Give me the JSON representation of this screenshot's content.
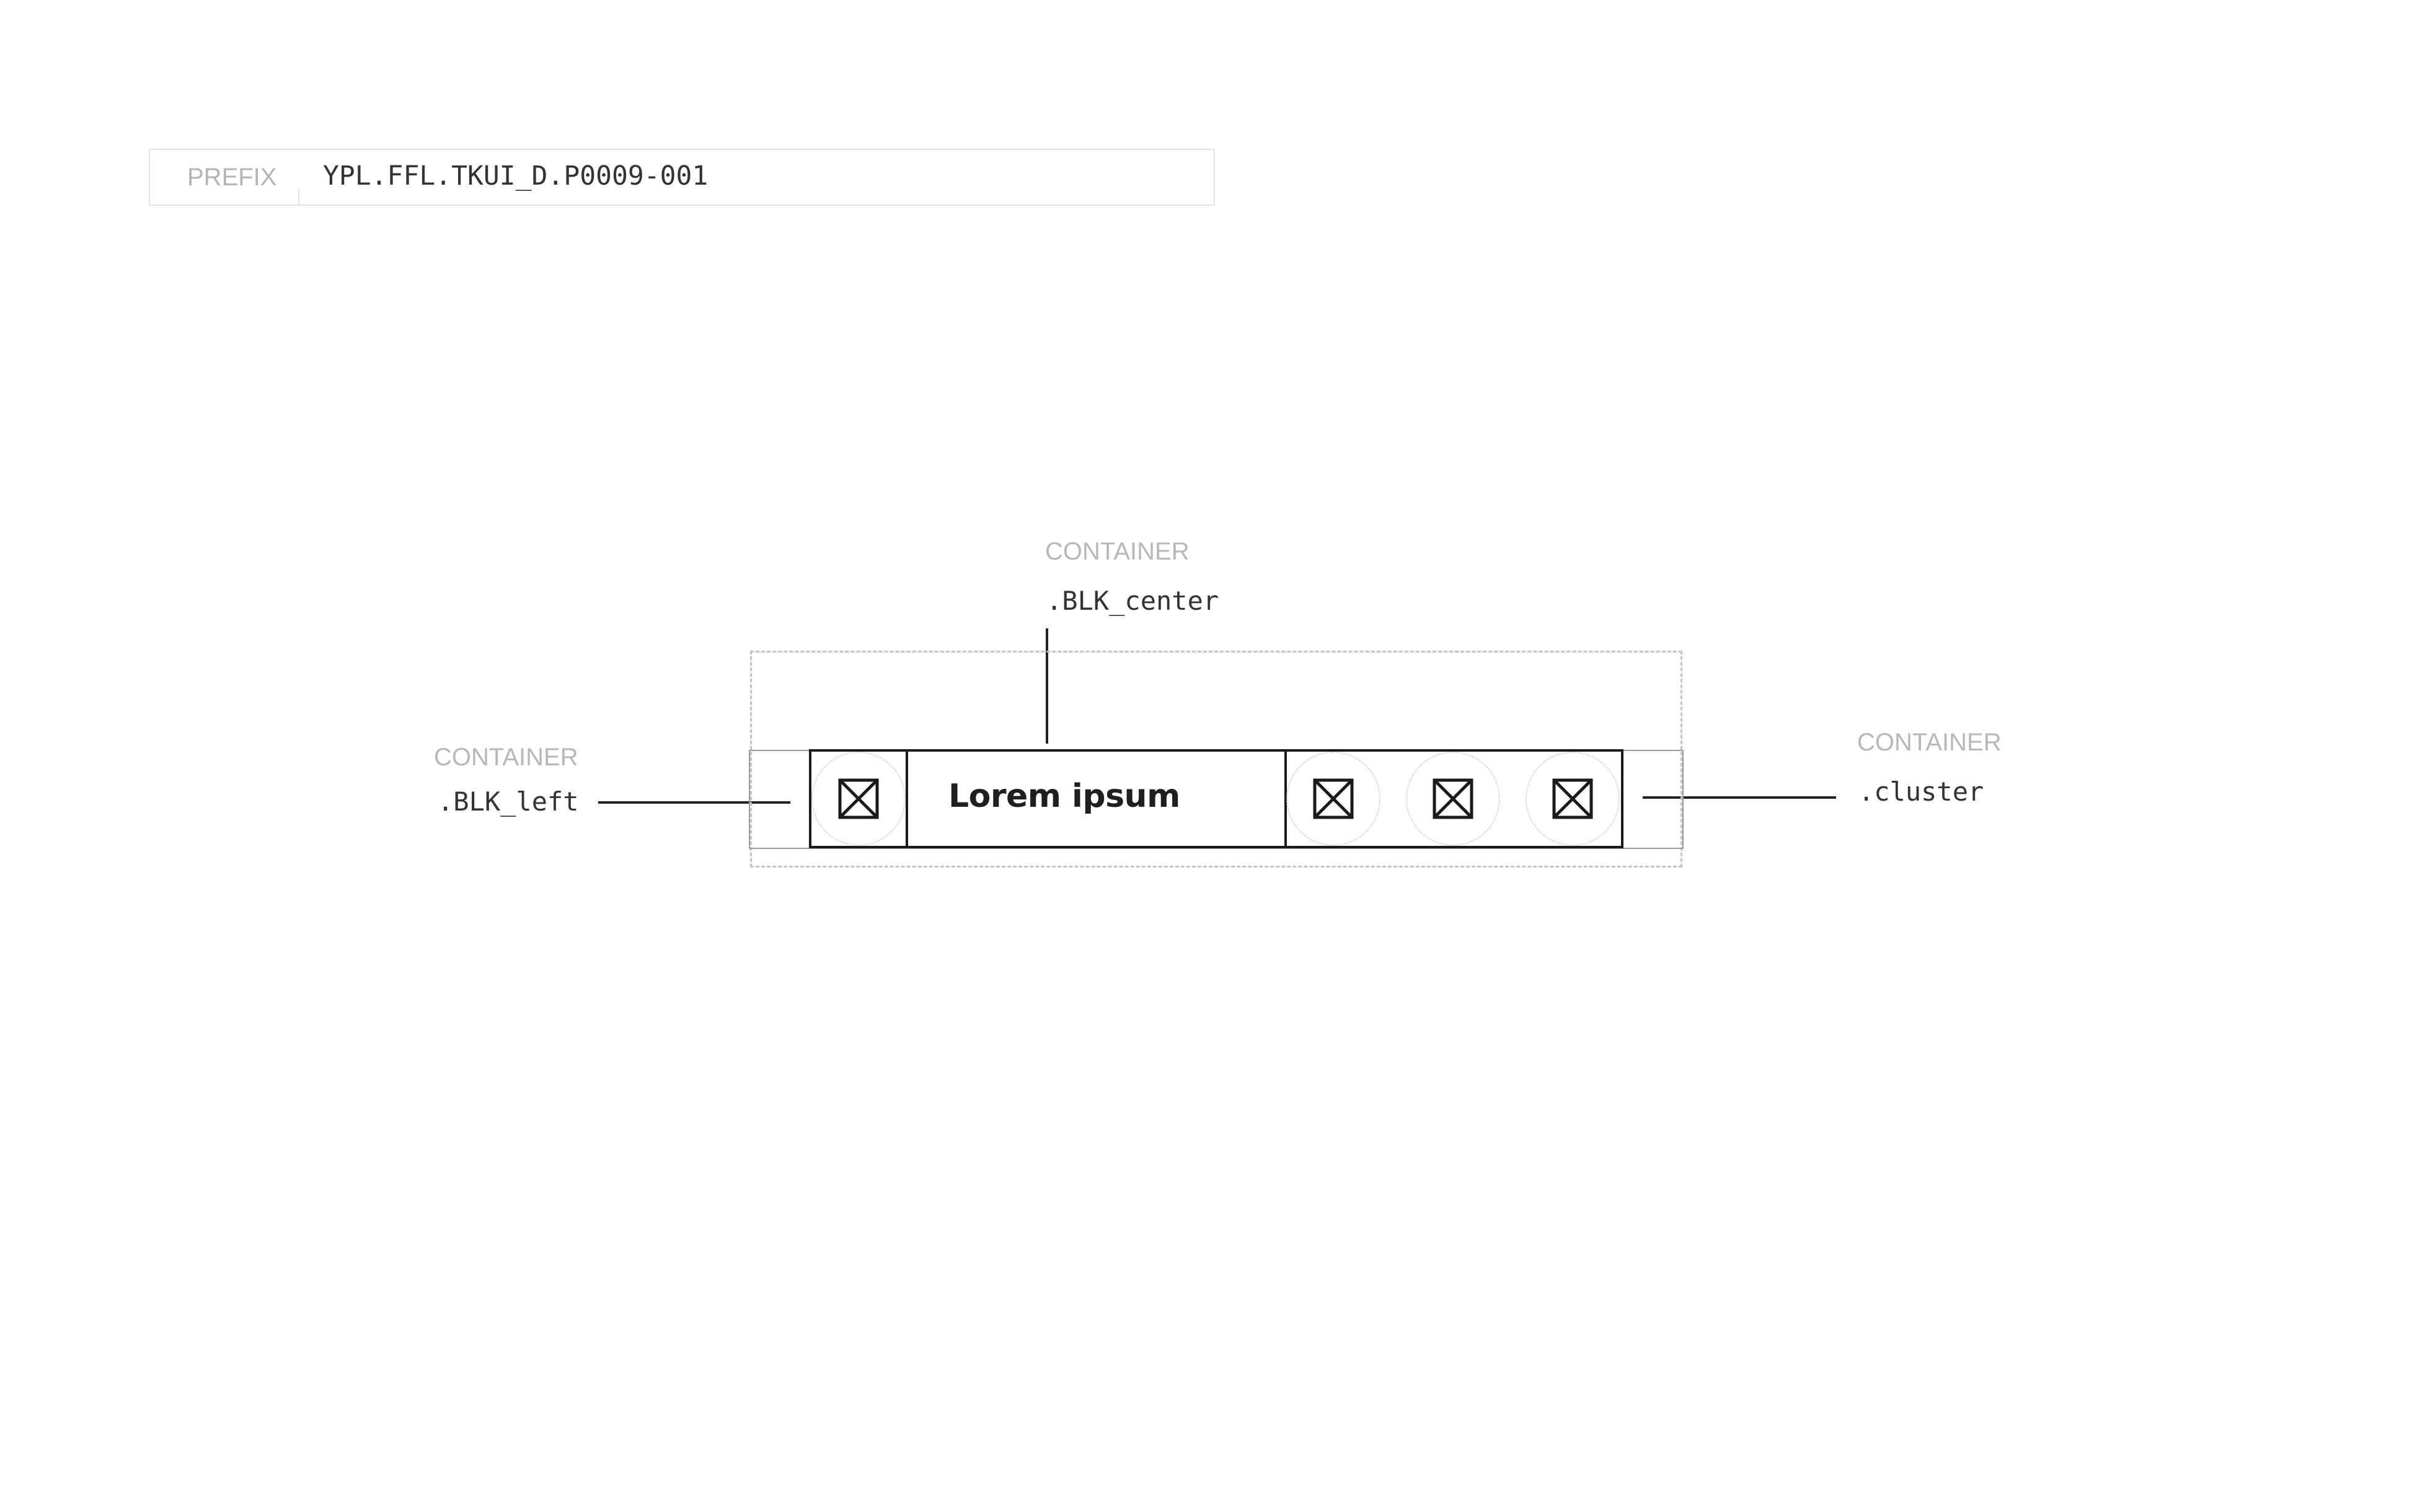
{
  "prefix": {
    "label": "PREFIX",
    "value": "YPL.FFL.TKUI_D.P0009-001"
  },
  "annotations": {
    "center": {
      "title": "CONTAINER",
      "class_name": ".BLK_center"
    },
    "left": {
      "title": "CONTAINER",
      "class_name": ".BLK_left"
    },
    "cluster": {
      "title": "CONTAINER",
      "class_name": ".cluster"
    }
  },
  "bar": {
    "title": "Lorem ipsum",
    "left_icons": [
      "placeholder-icon"
    ],
    "cluster_icons": [
      "placeholder-icon",
      "placeholder-icon",
      "placeholder-icon"
    ]
  },
  "colors": {
    "line": "#1a1a1a",
    "muted_text": "#b8b8b8",
    "code_text": "#333333",
    "dashed_border": "#c4c4c4"
  }
}
